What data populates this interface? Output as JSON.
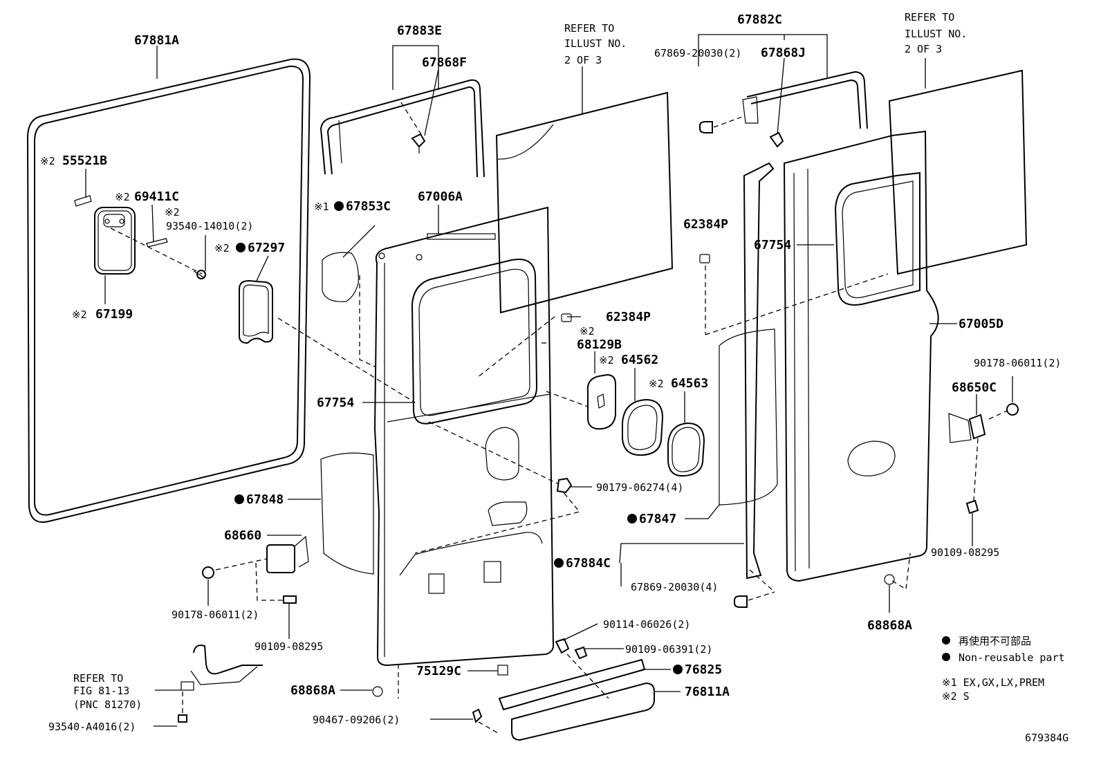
{
  "parts": [
    {
      "id": "67881A",
      "text": "67881A"
    },
    {
      "id": "55521B",
      "text": "55521B",
      "mark": "※2"
    },
    {
      "id": "69411C",
      "text": "69411C",
      "mark": "※2"
    },
    {
      "id": "93540-14010",
      "text": "93540-14010(2)",
      "mark": "※2"
    },
    {
      "id": "67199",
      "text": "67199",
      "mark": "※2"
    },
    {
      "id": "67883E",
      "text": "67883E"
    },
    {
      "id": "67868F",
      "text": "67868F"
    },
    {
      "id": "67853C",
      "text": "67853C",
      "mark": "※1",
      "non_reusable": true
    },
    {
      "id": "67297",
      "text": "67297",
      "mark": "※2",
      "non_reusable": true
    },
    {
      "id": "67006A",
      "text": "67006A"
    },
    {
      "id": "67754-left",
      "text": "67754"
    },
    {
      "id": "62384P-left",
      "text": "62384P"
    },
    {
      "id": "68129B",
      "text": "68129B",
      "mark": "※2"
    },
    {
      "id": "64562",
      "text": "64562",
      "mark": "※2"
    },
    {
      "id": "64563",
      "text": "64563",
      "mark": "※2"
    },
    {
      "id": "90179-06274",
      "text": "90179-06274(4)"
    },
    {
      "id": "67848",
      "text": "67848",
      "non_reusable": true
    },
    {
      "id": "68660",
      "text": "68660"
    },
    {
      "id": "90178-06011-left",
      "text": "90178-06011(2)"
    },
    {
      "id": "90109-08295-left",
      "text": "90109-08295"
    },
    {
      "id": "93540-A4016",
      "text": "93540-A4016(2)"
    },
    {
      "id": "68868A-left",
      "text": "68868A"
    },
    {
      "id": "90467-09206",
      "text": "90467-09206(2)"
    },
    {
      "id": "75129C",
      "text": "75129C"
    },
    {
      "id": "90114-06026",
      "text": "90114-06026(2)"
    },
    {
      "id": "90109-06391",
      "text": "90109-06391(2)"
    },
    {
      "id": "76825",
      "text": "76825",
      "non_reusable": true
    },
    {
      "id": "76811A",
      "text": "76811A"
    },
    {
      "id": "67882C",
      "text": "67882C"
    },
    {
      "id": "67869-20030-top",
      "text": "67869-20030(2)"
    },
    {
      "id": "67868J",
      "text": "67868J"
    },
    {
      "id": "62384P-right",
      "text": "62384P"
    },
    {
      "id": "67754-right",
      "text": "67754"
    },
    {
      "id": "67005D",
      "text": "67005D"
    },
    {
      "id": "90178-06011-right",
      "text": "90178-06011(2)"
    },
    {
      "id": "68650C",
      "text": "68650C"
    },
    {
      "id": "90109-08295-right",
      "text": "90109-08295"
    },
    {
      "id": "67847",
      "text": "67847",
      "non_reusable": true
    },
    {
      "id": "67884C",
      "text": "67884C",
      "non_reusable": true
    },
    {
      "id": "67869-20030-bottom",
      "text": "67869-20030(4)"
    },
    {
      "id": "68868A-right",
      "text": "68868A"
    }
  ],
  "references": {
    "illust_left": [
      "REFER TO",
      "ILLUST NO.",
      "2 OF 3"
    ],
    "illust_right": [
      "REFER TO",
      "ILLUST NO.",
      "2 OF 3"
    ],
    "fig": [
      "REFER TO",
      "FIG 81-13",
      "(PNC 81270)"
    ]
  },
  "legend": {
    "non_reusable_jp": "再使用不可部品",
    "non_reusable_en": "Non-reusable part",
    "note1": "※1 EX,GX,LX,PREM",
    "note2": "※2 S"
  },
  "figure_id": "679384G",
  "colors": {
    "ink": "#000000",
    "paper": "#ffffff"
  }
}
